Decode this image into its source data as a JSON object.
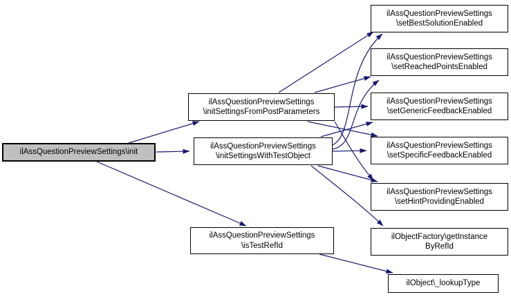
{
  "diagram": {
    "type": "call-graph",
    "description": "Doxygen-style call graph rooted at ilAssQuestionPreviewSettings\\init"
  },
  "colors": {
    "edge": "#191970",
    "node_border": "#000000",
    "node_fill": "#ffffff",
    "highlight_fill": "#c0c0c0",
    "text": "#000000",
    "background": "#ffffff"
  },
  "nodes": {
    "init": {
      "label": "ilAssQuestionPreviewSettings\\init",
      "highlighted": true
    },
    "from_post": {
      "line1": "ilAssQuestionPreviewSettings",
      "line2": "\\initSettingsFromPostParameters"
    },
    "with_test": {
      "line1": "ilAssQuestionPreviewSettings",
      "line2": "\\initSettingsWithTestObject"
    },
    "is_test_ref": {
      "line1": "ilAssQuestionPreviewSettings",
      "line2": "\\isTestRefId"
    },
    "set_best": {
      "line1": "ilAssQuestionPreviewSettings",
      "line2": "\\setBestSolutionEnabled"
    },
    "set_reached": {
      "line1": "ilAssQuestionPreviewSettings",
      "line2": "\\setReachedPointsEnabled"
    },
    "set_generic": {
      "line1": "ilAssQuestionPreviewSettings",
      "line2": "\\setGenericFeedbackEnabled"
    },
    "set_specific": {
      "line1": "ilAssQuestionPreviewSettings",
      "line2": "\\setSpecificFeedbackEnabled"
    },
    "set_hint": {
      "line1": "ilAssQuestionPreviewSettings",
      "line2": "\\setHintProvidingEnabled"
    },
    "get_instance": {
      "line1": "ilObjectFactory\\getInstance",
      "line2": "ByRefId"
    },
    "lookup_type": {
      "label": "ilObject\\_lookupType"
    }
  },
  "edges": [
    {
      "from": "init",
      "to": "from_post"
    },
    {
      "from": "init",
      "to": "with_test"
    },
    {
      "from": "init",
      "to": "is_test_ref"
    },
    {
      "from": "from_post",
      "to": "set_best"
    },
    {
      "from": "from_post",
      "to": "set_reached"
    },
    {
      "from": "from_post",
      "to": "set_generic"
    },
    {
      "from": "from_post",
      "to": "set_specific"
    },
    {
      "from": "from_post",
      "to": "set_hint"
    },
    {
      "from": "with_test",
      "to": "set_best"
    },
    {
      "from": "with_test",
      "to": "set_reached"
    },
    {
      "from": "with_test",
      "to": "set_generic"
    },
    {
      "from": "with_test",
      "to": "set_specific"
    },
    {
      "from": "with_test",
      "to": "set_hint"
    },
    {
      "from": "with_test",
      "to": "get_instance"
    },
    {
      "from": "is_test_ref",
      "to": "lookup_type"
    }
  ]
}
